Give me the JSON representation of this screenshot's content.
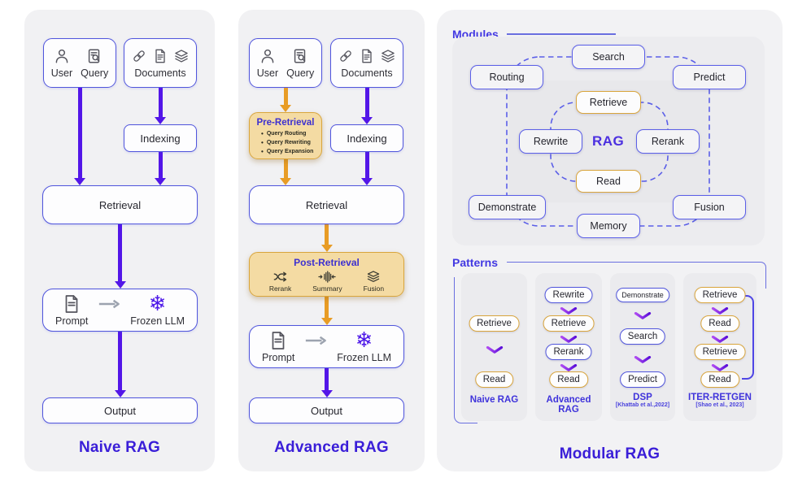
{
  "naive": {
    "title": "Naive RAG",
    "user": "User",
    "query": "Query",
    "documents": "Documents",
    "indexing": "Indexing",
    "retrieval": "Retrieval",
    "prompt": "Prompt",
    "frozen_llm": "Frozen LLM",
    "output": "Output"
  },
  "advanced": {
    "title": "Advanced RAG",
    "user": "User",
    "query": "Query",
    "documents": "Documents",
    "indexing": "Indexing",
    "retrieval": "Retrieval",
    "prompt": "Prompt",
    "frozen_llm": "Frozen LLM",
    "output": "Output",
    "pre_retrieval": {
      "title": "Pre-Retrieval",
      "items": [
        "Query Routing",
        "Query Rewriting",
        "Query Expansion"
      ]
    },
    "post_retrieval": {
      "title": "Post-Retrieval",
      "items": [
        {
          "icon": "rerank-icon",
          "label": "Rerank"
        },
        {
          "icon": "summary-icon",
          "label": "Summary"
        },
        {
          "icon": "fusion-icon",
          "label": "Fusion"
        }
      ]
    }
  },
  "modular": {
    "title": "Modular RAG",
    "modules": {
      "heading": "Modules",
      "search": "Search",
      "routing": "Routing",
      "predict": "Predict",
      "retrieve": "Retrieve",
      "rewrite": "Rewrite",
      "rerank": "Rerank",
      "read": "Read",
      "demonstrate": "Demonstrate",
      "memory": "Memory",
      "fusion": "Fusion",
      "center": "RAG"
    },
    "patterns": {
      "heading": "Patterns",
      "columns": [
        {
          "label": "Naive RAG",
          "steps": [
            "Retrieve",
            "Read"
          ]
        },
        {
          "label": "Advanced RAG",
          "steps": [
            "Rewrite",
            "Retrieve",
            "Rerank",
            "Read"
          ]
        },
        {
          "label": "DSP",
          "sub": "[Khattab et al.,2022]",
          "steps": [
            "Demonstrate",
            "Search",
            "Predict"
          ]
        },
        {
          "label": "ITER-RETGEN",
          "sub": "[Shao et al., 2023]",
          "steps": [
            "Retrieve",
            "Read",
            "Retrieve",
            "Read"
          ]
        }
      ]
    }
  },
  "colors": {
    "accent_purple": "#5316E8",
    "accent_orange": "#E89C25",
    "border_blue": "#5055DC",
    "border_orange": "#D9A53C",
    "title_blue": "#3A1ED8",
    "tan_fill": "#F4DBA3",
    "panel_gray": "#F1F1F3"
  }
}
